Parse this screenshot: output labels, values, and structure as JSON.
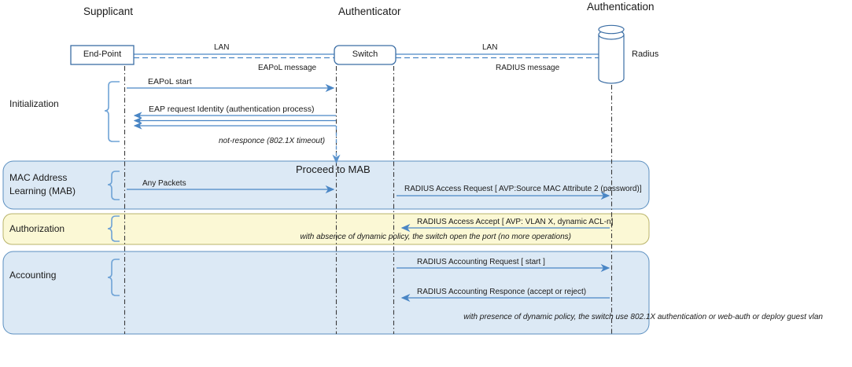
{
  "diagram": {
    "title": "802.1X / MAB authentication sequence",
    "colors": {
      "arrow_blue": "#4a86c5",
      "node_stroke": "#3b6ea5",
      "panel_blue_fill": "#dce9f5",
      "panel_blue_stroke": "#5b8fc0",
      "panel_yellow_fill": "#fbf8d5",
      "panel_yellow_stroke": "#b9b36a",
      "lifeline_dark": "#333333",
      "text": "#1a1a1a"
    },
    "roles": [
      {
        "name": "supplicant",
        "label": "Supplicant"
      },
      {
        "name": "authenticator",
        "label": "Authenticator"
      },
      {
        "name": "authentication",
        "label": "Authentication"
      }
    ],
    "nodes": [
      {
        "name": "end-point",
        "label": "End-Point",
        "shape": "rectangle"
      },
      {
        "name": "switch",
        "label": "Switch",
        "shape": "rounded-rectangle"
      },
      {
        "name": "radius",
        "label": "Radius",
        "shape": "cylinder"
      }
    ],
    "links": [
      {
        "name": "lan-left",
        "label": "LAN"
      },
      {
        "name": "lan-right",
        "label": "LAN"
      },
      {
        "name": "eapol-link",
        "label": "EAPoL message"
      },
      {
        "name": "radius-link",
        "label": "RADIUS message"
      }
    ],
    "phases": [
      {
        "name": "initialization",
        "label": "Initialization",
        "style": "plain"
      },
      {
        "name": "mab",
        "label": "MAC Address\nLearning (MAB)",
        "label_line1": "MAC Address",
        "label_line2": "Learning (MAB)",
        "style": "blue"
      },
      {
        "name": "authorization",
        "label": "Authorization",
        "style": "yellow"
      },
      {
        "name": "accounting",
        "label": "Accounting",
        "style": "blue"
      }
    ],
    "messages": [
      {
        "name": "eapol-start",
        "label": "EAPoL start",
        "direction": "right",
        "phase": "initialization"
      },
      {
        "name": "eap-request-identity",
        "label": "EAP request Identity (authentication process)",
        "direction": "left",
        "phase": "initialization",
        "repeat": 3
      },
      {
        "name": "not-responce",
        "label": "not-responce (802.1X timeout)",
        "direction": "down",
        "phase": "initialization",
        "style": "italic-dashed"
      },
      {
        "name": "proceed-to-mab",
        "label": "Proceed to MAB",
        "phase": "mab",
        "style": "heading"
      },
      {
        "name": "any-packets",
        "label": "Any Packets",
        "direction": "right",
        "phase": "mab"
      },
      {
        "name": "radius-access-request",
        "label": "RADIUS Access Request [ AVP:Source MAC Attribute 2 (password)]",
        "direction": "right",
        "phase": "mab"
      },
      {
        "name": "radius-access-accept",
        "label": "RADIUS Access Accept [ AVP: VLAN X, dynamic ACL-n]",
        "direction": "left",
        "phase": "authorization"
      },
      {
        "name": "radius-accounting-request",
        "label": "RADIUS Accounting Request [ start ]",
        "direction": "right",
        "phase": "accounting"
      },
      {
        "name": "radius-accounting-responce",
        "label": "RADIUS Accounting Responce (accept or reject)",
        "direction": "left",
        "phase": "accounting"
      }
    ],
    "notes": [
      {
        "name": "note-authorization",
        "label": "with absence of dynamic policy, the switch open the port (no more operations)",
        "phase": "authorization"
      },
      {
        "name": "note-accounting",
        "label": "with presence of dynamic policy, the switch use 802.1X authentication or web-auth or deploy guest vlan",
        "phase": "accounting"
      }
    ]
  }
}
